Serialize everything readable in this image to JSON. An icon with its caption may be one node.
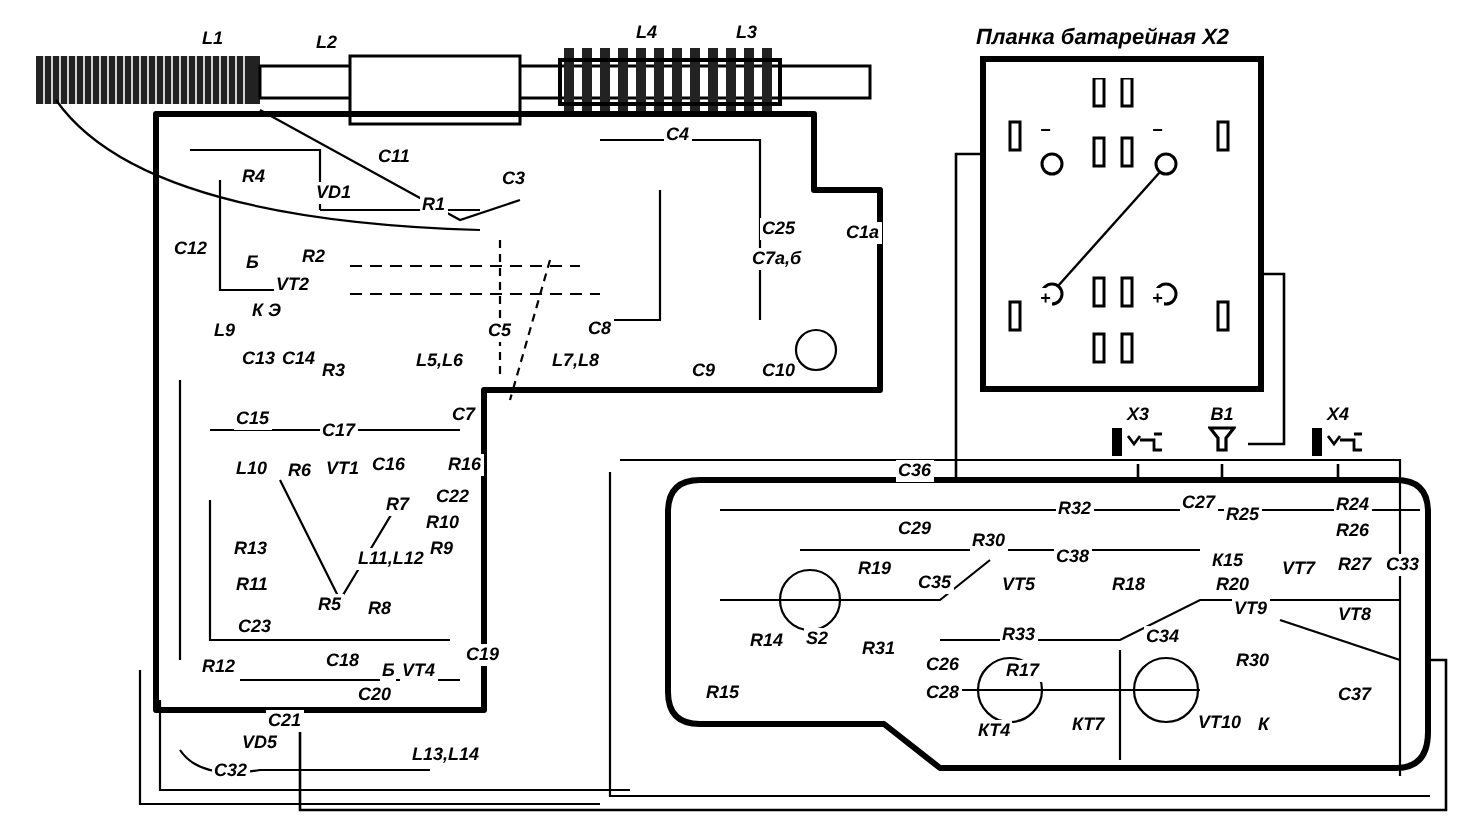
{
  "diagram": {
    "nodes": [
      {
        "text": [
          "Планка батарейная X2"
        ]
      },
      {
        "text": [],
        "shape": "board"
      },
      {
        "text": [],
        "shape": "board"
      },
      {
        "text": [
          "X3"
        ]
      },
      {
        "text": [
          "B1"
        ]
      },
      {
        "text": [
          "X4"
        ]
      }
    ],
    "edges": [
      {
        "from": 0,
        "to": 2,
        "arrow": "none"
      },
      {
        "from": 0,
        "to": 4,
        "arrow": "none"
      },
      {
        "from": 3,
        "to": 2,
        "arrow": "none"
      },
      {
        "from": 5,
        "to": 2,
        "arrow": "none"
      },
      {
        "from": 1,
        "to": 2,
        "arrow": "none"
      },
      {
        "from": 4,
        "to": 2,
        "arrow": "none"
      }
    ],
    "labels": [
      "L1",
      "L2",
      "L4",
      "L3",
      "C4",
      "C11",
      "R4",
      "VD1",
      "C3",
      "R1",
      "C12",
      "R2",
      "Б",
      "VT2",
      "C25",
      "C7а,б",
      "C1а",
      "К",
      "Э",
      "L9",
      "C13",
      "C14",
      "R3",
      "L5,L6",
      "C5",
      "C8",
      "L7,L8",
      "C9",
      "C10",
      "C15",
      "C7",
      "C17",
      "L10",
      "R6",
      "VT1",
      "C16",
      "R16",
      "R7",
      "C22",
      "R10",
      "R13",
      "R9",
      "L11,L12",
      "R11",
      "R5",
      "R8",
      "C23",
      "R12",
      "C18",
      "Б",
      "VT4",
      "C19",
      "C20",
      "C21",
      "VD5",
      "C32",
      "L13,L14",
      "C36",
      "C29",
      "R30",
      "R32",
      "C27",
      "R25",
      "R24",
      "R26",
      "C38",
      "R19",
      "C35",
      "VT5",
      "R18",
      "К15",
      "R20",
      "VT7",
      "R27",
      "C33",
      "VT9",
      "VT8",
      "R14",
      "S2",
      "R31",
      "R33",
      "C34",
      "C26",
      "R17",
      "R30",
      "R15",
      "C28",
      "C37",
      "КТ4",
      "КТ7",
      "VT10",
      "К",
      "−",
      "−",
      "+",
      "+"
    ]
  }
}
